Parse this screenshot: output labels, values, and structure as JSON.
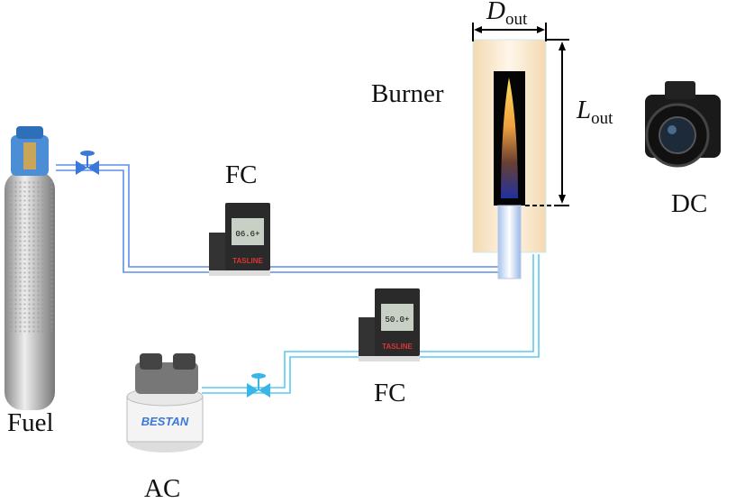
{
  "labels": {
    "burner": "Burner",
    "fc_fuel": "FC",
    "fc_air": "FC",
    "fuel": "Fuel",
    "ac": "AC",
    "dc": "DC",
    "d_out_main": "D",
    "d_out_sub": "out",
    "l_out_main": "L",
    "l_out_sub": "out"
  },
  "flow_controllers": {
    "fuel_display": "06.6+",
    "air_display": "50.0+",
    "brand_logo": "TASLINE"
  },
  "compressor_logo": "BESTAN",
  "colors": {
    "fuel_line": "#5a8fe8",
    "air_line": "#5cc8f0",
    "burner_body": "#f6e2c0",
    "flame_core": "#ffd24a"
  }
}
